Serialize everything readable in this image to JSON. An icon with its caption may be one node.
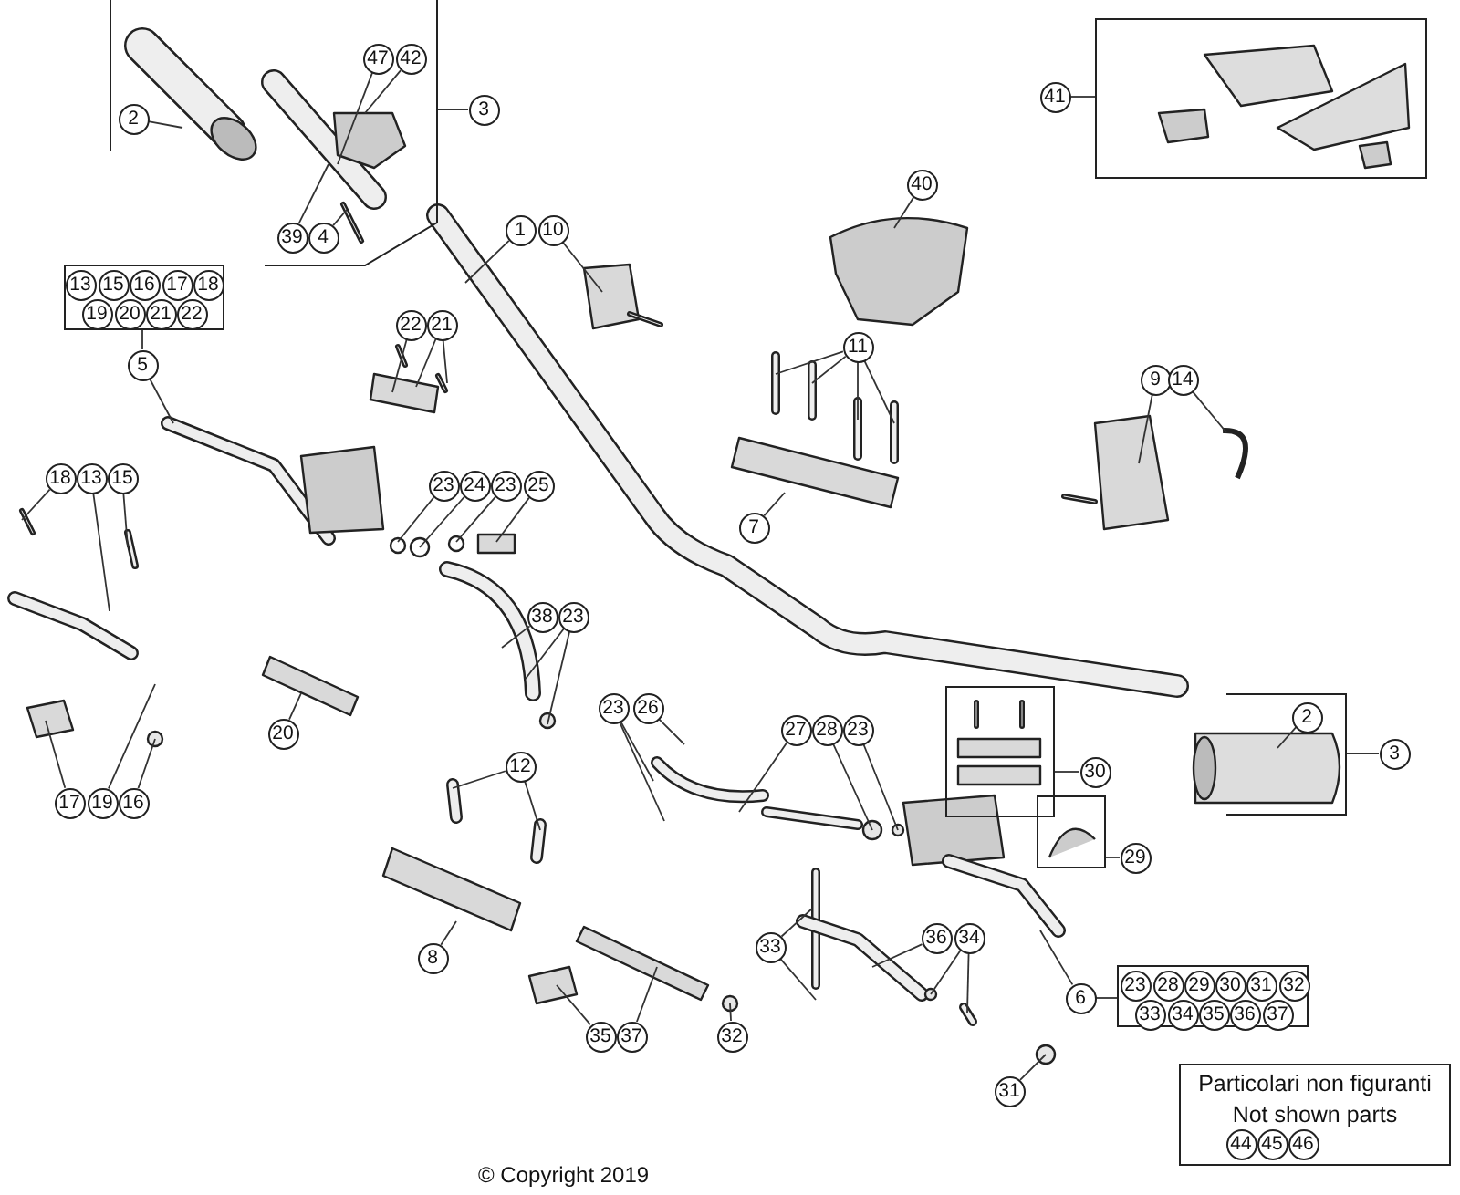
{
  "diagram": {
    "nodes": [
      {
        "text": [],
        "shape": "box"
      },
      {
        "text": [
          "2"
        ],
        "in": 0
      },
      {
        "text": [
          "47"
        ],
        "in": 0
      },
      {
        "text": [
          "42"
        ],
        "in": 0
      },
      {
        "text": [
          "39"
        ],
        "in": 0
      },
      {
        "text": [
          "4"
        ],
        "in": 0
      },
      {
        "text": [
          "3"
        ]
      },
      {
        "text": [
          "1"
        ]
      },
      {
        "text": [
          "10"
        ]
      },
      {
        "text": [],
        "shape": "box"
      },
      {
        "text": [
          "13"
        ],
        "in": 9
      },
      {
        "text": [
          "15"
        ],
        "in": 9
      },
      {
        "text": [
          "16"
        ],
        "in": 9
      },
      {
        "text": [
          "17"
        ],
        "in": 9
      },
      {
        "text": [
          "18"
        ],
        "in": 9
      },
      {
        "text": [
          "19"
        ],
        "in": 9
      },
      {
        "text": [
          "20"
        ],
        "in": 9
      },
      {
        "text": [
          "21"
        ],
        "in": 9
      },
      {
        "text": [
          "22"
        ],
        "in": 9
      },
      {
        "text": [
          "5"
        ]
      },
      {
        "text": [
          "22"
        ]
      },
      {
        "text": [
          "21"
        ]
      },
      {
        "text": [
          "18"
        ]
      },
      {
        "text": [
          "13"
        ]
      },
      {
        "text": [
          "15"
        ]
      },
      {
        "text": [
          "23"
        ]
      },
      {
        "text": [
          "24"
        ]
      },
      {
        "text": [
          "23"
        ]
      },
      {
        "text": [
          "25"
        ]
      },
      {
        "text": [
          "40"
        ]
      },
      {
        "text": [
          "11"
        ]
      },
      {
        "text": [
          "9"
        ]
      },
      {
        "text": [
          "14"
        ]
      },
      {
        "text": [
          "7"
        ]
      },
      {
        "text": [],
        "shape": "box"
      },
      {
        "text": [
          "41"
        ]
      },
      {
        "text": [
          "38"
        ]
      },
      {
        "text": [
          "23"
        ]
      },
      {
        "text": [
          "20"
        ]
      },
      {
        "text": [
          "23"
        ]
      },
      {
        "text": [
          "26"
        ]
      },
      {
        "text": [
          "12"
        ]
      },
      {
        "text": [
          "27"
        ]
      },
      {
        "text": [
          "28"
        ]
      },
      {
        "text": [
          "23"
        ]
      },
      {
        "text": [],
        "shape": "box"
      },
      {
        "text": [
          "30"
        ]
      },
      {
        "text": [],
        "shape": "box"
      },
      {
        "text": [
          "29"
        ]
      },
      {
        "text": [],
        "shape": "box"
      },
      {
        "text": [
          "2"
        ],
        "in": 49
      },
      {
        "text": [
          "3"
        ]
      },
      {
        "text": [
          "17"
        ]
      },
      {
        "text": [
          "19"
        ]
      },
      {
        "text": [
          "16"
        ]
      },
      {
        "text": [
          "8"
        ]
      },
      {
        "text": [
          "33"
        ]
      },
      {
        "text": [
          "36"
        ]
      },
      {
        "text": [
          "34"
        ]
      },
      {
        "text": [
          "6"
        ]
      },
      {
        "text": [],
        "shape": "box"
      },
      {
        "text": [
          "23"
        ],
        "in": 60
      },
      {
        "text": [
          "28"
        ],
        "in": 60
      },
      {
        "text": [
          "29"
        ],
        "in": 60
      },
      {
        "text": [
          "30"
        ],
        "in": 60
      },
      {
        "text": [
          "31"
        ],
        "in": 60
      },
      {
        "text": [
          "32"
        ],
        "in": 60
      },
      {
        "text": [
          "33"
        ],
        "in": 60
      },
      {
        "text": [
          "34"
        ],
        "in": 60
      },
      {
        "text": [
          "35"
        ],
        "in": 60
      },
      {
        "text": [
          "36"
        ],
        "in": 60
      },
      {
        "text": [
          "37"
        ],
        "in": 60
      },
      {
        "text": [
          "35"
        ]
      },
      {
        "text": [
          "37"
        ]
      },
      {
        "text": [
          "32"
        ]
      },
      {
        "text": [
          "31"
        ]
      },
      {
        "text": [
          "Particolari non figuranti",
          "Not shown parts"
        ]
      },
      {
        "text": [
          "44"
        ],
        "in": 76
      },
      {
        "text": [
          "45"
        ],
        "in": 76
      },
      {
        "text": [
          "46"
        ],
        "in": 76
      }
    ],
    "edges": [
      {
        "from": 1,
        "to": null,
        "arrow": "none"
      },
      {
        "from": 2,
        "to": null,
        "arrow": "none"
      },
      {
        "from": 3,
        "to": null,
        "arrow": "none"
      },
      {
        "from": 4,
        "to": null,
        "arrow": "none"
      },
      {
        "from": 5,
        "to": null,
        "arrow": "none"
      },
      {
        "from": 6,
        "to": 0,
        "arrow": "none"
      },
      {
        "from": 7,
        "to": null,
        "arrow": "none"
      },
      {
        "from": 8,
        "to": null,
        "arrow": "none"
      },
      {
        "from": 19,
        "to": 9,
        "arrow": "none"
      },
      {
        "from": 19,
        "to": null,
        "arrow": "none"
      },
      {
        "from": 20,
        "to": null,
        "arrow": "none"
      },
      {
        "from": 21,
        "to": null,
        "arrow": "none"
      },
      {
        "from": 21,
        "to": null,
        "arrow": "none"
      },
      {
        "from": 22,
        "to": null,
        "arrow": "none"
      },
      {
        "from": 23,
        "to": null,
        "arrow": "none"
      },
      {
        "from": 24,
        "to": null,
        "arrow": "none"
      },
      {
        "from": 25,
        "to": null,
        "arrow": "none"
      },
      {
        "from": 26,
        "to": null,
        "arrow": "none"
      },
      {
        "from": 27,
        "to": null,
        "arrow": "none"
      },
      {
        "from": 28,
        "to": null,
        "arrow": "none"
      },
      {
        "from": 29,
        "to": null,
        "arrow": "none"
      },
      {
        "from": 30,
        "to": null,
        "arrow": "none"
      },
      {
        "from": 30,
        "to": null,
        "arrow": "none"
      },
      {
        "from": 30,
        "to": null,
        "arrow": "none"
      },
      {
        "from": 30,
        "to": null,
        "arrow": "none"
      },
      {
        "from": 31,
        "to": null,
        "arrow": "none"
      },
      {
        "from": 32,
        "to": null,
        "arrow": "none"
      },
      {
        "from": 33,
        "to": null,
        "arrow": "none"
      },
      {
        "from": 35,
        "to": 34,
        "arrow": "none"
      },
      {
        "from": 36,
        "to": null,
        "arrow": "none"
      },
      {
        "from": 37,
        "to": null,
        "arrow": "none"
      },
      {
        "from": 37,
        "to": null,
        "arrow": "none"
      },
      {
        "from": 38,
        "to": null,
        "arrow": "none"
      },
      {
        "from": 39,
        "to": null,
        "arrow": "none"
      },
      {
        "from": 39,
        "to": null,
        "arrow": "none"
      },
      {
        "from": 40,
        "to": null,
        "arrow": "none"
      },
      {
        "from": 41,
        "to": null,
        "arrow": "none"
      },
      {
        "from": 41,
        "to": null,
        "arrow": "none"
      },
      {
        "from": 42,
        "to": null,
        "arrow": "none"
      },
      {
        "from": 43,
        "to": null,
        "arrow": "none"
      },
      {
        "from": 44,
        "to": null,
        "arrow": "none"
      },
      {
        "from": 46,
        "to": 45,
        "arrow": "none"
      },
      {
        "from": 48,
        "to": 47,
        "arrow": "none"
      },
      {
        "from": 50,
        "to": null,
        "arrow": "none"
      },
      {
        "from": 51,
        "to": 49,
        "arrow": "none"
      },
      {
        "from": 52,
        "to": null,
        "arrow": "none"
      },
      {
        "from": 53,
        "to": null,
        "arrow": "none"
      },
      {
        "from": 54,
        "to": null,
        "arrow": "none"
      },
      {
        "from": 55,
        "to": null,
        "arrow": "none"
      },
      {
        "from": 56,
        "to": null,
        "arrow": "none"
      },
      {
        "from": 56,
        "to": null,
        "arrow": "none"
      },
      {
        "from": 57,
        "to": null,
        "arrow": "none"
      },
      {
        "from": 58,
        "to": null,
        "arrow": "none"
      },
      {
        "from": 58,
        "to": null,
        "arrow": "none"
      },
      {
        "from": 59,
        "to": 60,
        "arrow": "none"
      },
      {
        "from": 59,
        "to": null,
        "arrow": "none"
      },
      {
        "from": 72,
        "to": null,
        "arrow": "none"
      },
      {
        "from": 73,
        "to": null,
        "arrow": "none"
      },
      {
        "from": 74,
        "to": null,
        "arrow": "none"
      },
      {
        "from": 75,
        "to": null,
        "arrow": "none"
      }
    ],
    "labels": [
      "© Copyright 2019"
    ]
  }
}
